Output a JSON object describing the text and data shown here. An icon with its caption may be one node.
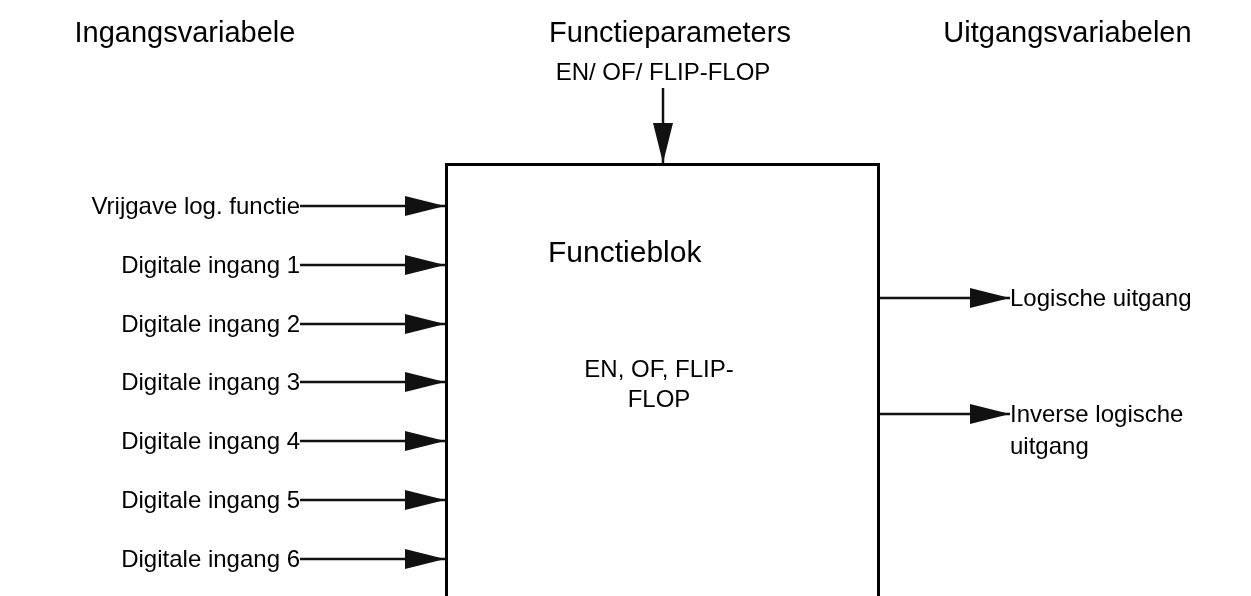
{
  "diagram": {
    "nodes": [
      {
        "text": [
          "Functieblok",
          "EN, OF, FLIP-FLOP"
        ]
      },
      {
        "text": [
          "EN/ OF/ FLIP-FLOP"
        ]
      },
      {
        "text": [
          "Vrijgave log. functie"
        ]
      },
      {
        "text": [
          "Digitale ingang 1"
        ]
      },
      {
        "text": [
          "Digitale ingang 2"
        ]
      },
      {
        "text": [
          "Digitale ingang 3"
        ]
      },
      {
        "text": [
          "Digitale ingang 4"
        ]
      },
      {
        "text": [
          "Digitale ingang 5"
        ]
      },
      {
        "text": [
          "Digitale ingang 6"
        ]
      },
      {
        "text": [
          "Logische uitgang"
        ]
      },
      {
        "text": [
          "Inverse logische uitgang"
        ]
      }
    ],
    "edges": [
      {
        "from": 1,
        "to": 0,
        "arrow": "to"
      },
      {
        "from": 2,
        "to": 0,
        "arrow": "to"
      },
      {
        "from": 3,
        "to": 0,
        "arrow": "to"
      },
      {
        "from": 4,
        "to": 0,
        "arrow": "to"
      },
      {
        "from": 5,
        "to": 0,
        "arrow": "to"
      },
      {
        "from": 6,
        "to": 0,
        "arrow": "to"
      },
      {
        "from": 7,
        "to": 0,
        "arrow": "to"
      },
      {
        "from": 8,
        "to": 0,
        "arrow": "to"
      },
      {
        "from": 0,
        "to": 9,
        "arrow": "to"
      },
      {
        "from": 0,
        "to": 10,
        "arrow": "to"
      }
    ],
    "labels": [
      "Ingangsvariabele",
      "Functieparameters",
      "Uitgangsvariabelen"
    ]
  }
}
